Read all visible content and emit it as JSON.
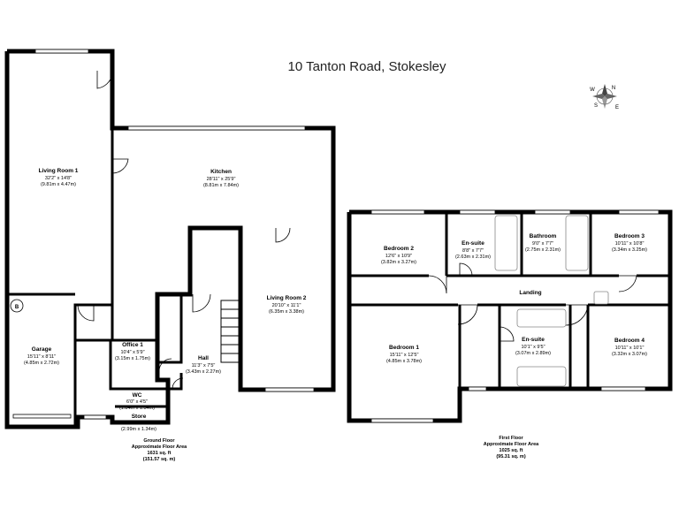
{
  "title": "10 Tanton Road, Stokesley",
  "compass_letters": [
    "N",
    "S",
    "E",
    "W"
  ],
  "ground_floor": {
    "rooms": [
      {
        "id": "living-room-1",
        "name": "Living Room 1",
        "dim_imperial": "32'2\" x 14'8\"",
        "dim_metric": "(9.81m x 4.47m)"
      },
      {
        "id": "kitchen",
        "name": "Kitchen",
        "dim_imperial": "28'11\" x 25'9\"",
        "dim_metric": "(8.81m x 7.84m)"
      },
      {
        "id": "living-room-2",
        "name": "Living Room 2",
        "dim_imperial": "20'10\" x 11'1\"",
        "dim_metric": "(6.35m x 3.38m)"
      },
      {
        "id": "garage",
        "name": "Garage",
        "dim_imperial": "15'11\" x 8'11\"",
        "dim_metric": "(4.85m x 2.72m)"
      },
      {
        "id": "office-1",
        "name": "Office 1",
        "dim_imperial": "10'4\" x 5'9\"",
        "dim_metric": "(3.15m x 1.75m)"
      },
      {
        "id": "hall",
        "name": "Hall",
        "dim_imperial": "11'3\" x 7'5\"",
        "dim_metric": "(3.43m x 2.27m)"
      },
      {
        "id": "wc",
        "name": "WC",
        "dim_imperial": "6'0\" x 4'5\"",
        "dim_metric": "(1.84m x 1.34m)"
      },
      {
        "id": "store",
        "name": "Store",
        "dim_imperial": "9'10\" x 4'5\"",
        "dim_metric": "(2.99m x 1.34m)"
      }
    ],
    "boiler_label": "B",
    "summary": [
      "Ground Floor",
      "Approximate Floor Area",
      "1631 sq. ft",
      "(151.57 sq. m)"
    ]
  },
  "first_floor": {
    "rooms": [
      {
        "id": "bedroom-2",
        "name": "Bedroom 2",
        "dim_imperial": "12'6\" x 10'9\"",
        "dim_metric": "(3.82m x 3.27m)"
      },
      {
        "id": "en-suite-1",
        "name": "En-suite",
        "dim_imperial": "8'8\" x 7'7\"",
        "dim_metric": "(2.63m x 2.31m)"
      },
      {
        "id": "bathroom",
        "name": "Bathroom",
        "dim_imperial": "9'0\" x 7'7\"",
        "dim_metric": "(2.75m x 2.31m)"
      },
      {
        "id": "bedroom-3",
        "name": "Bedroom 3",
        "dim_imperial": "10'11\" x 10'8\"",
        "dim_metric": "(3.34m x 3.25m)"
      },
      {
        "id": "landing",
        "name": "Landing",
        "dim_imperial": "",
        "dim_metric": ""
      },
      {
        "id": "bedroom-1",
        "name": "Bedroom 1",
        "dim_imperial": "15'11\" x 12'5\"",
        "dim_metric": "(4.85m x 3.78m)"
      },
      {
        "id": "en-suite-2",
        "name": "En-suite",
        "dim_imperial": "10'1\" x 9'5\"",
        "dim_metric": "(3.07m x 2.89m)"
      },
      {
        "id": "bedroom-4",
        "name": "Bedroom 4",
        "dim_imperial": "10'11\" x 10'1\"",
        "dim_metric": "(3.32m x 3.07m)"
      }
    ],
    "summary": [
      "First Floor",
      "Approximate Floor Area",
      "1025 sq. ft",
      "(95.31 sq. m)"
    ]
  }
}
